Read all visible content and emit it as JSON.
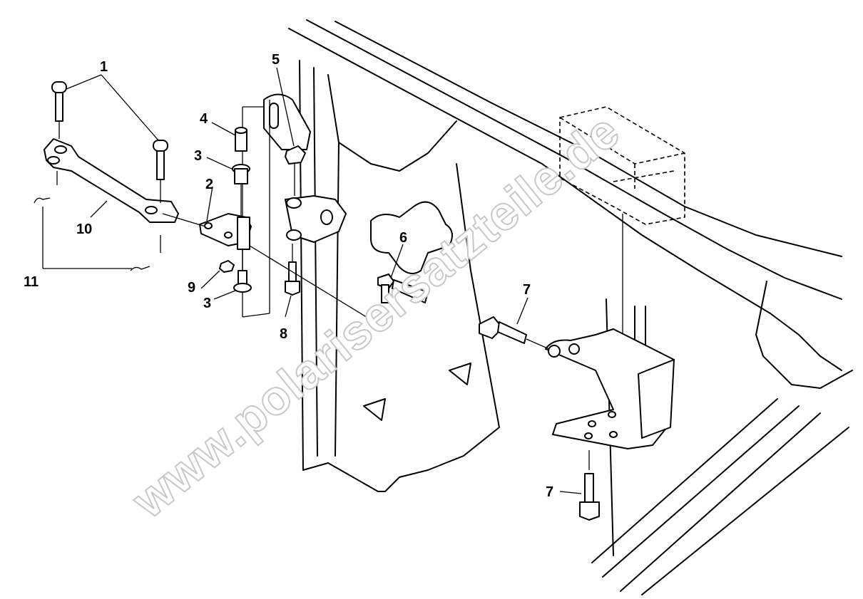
{
  "callouts": {
    "c1": "1",
    "c2": "2",
    "c3a": "3",
    "c3b": "3",
    "c4": "4",
    "c5": "5",
    "c6": "6",
    "c7a": "7",
    "c7b": "7",
    "c8": "8",
    "c9": "9",
    "c10": "10",
    "c11": "11"
  },
  "watermark": "www.polarisersatzteile.de",
  "colors": {
    "line": "#000000",
    "background": "#ffffff",
    "watermark_outline": "#c8c8c8"
  }
}
